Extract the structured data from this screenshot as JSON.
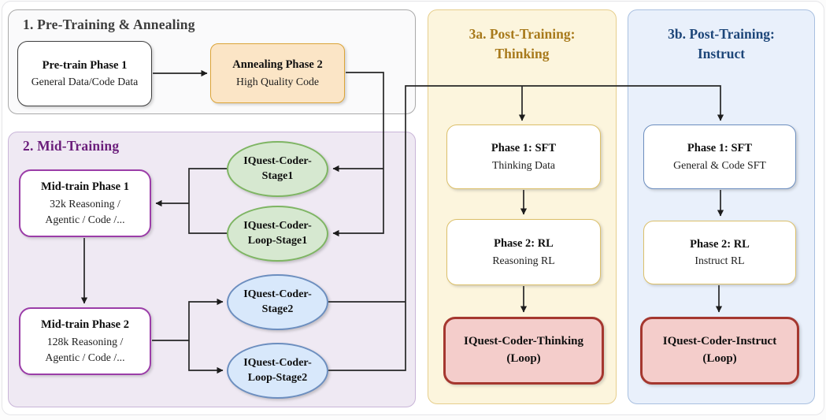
{
  "colors": {
    "sec1_fill": "#FAFAFB",
    "sec1_border": "#A9A9A9",
    "sec1_title": "#3D3D3D",
    "sec2_fill": "#EFE9F3",
    "sec2_border": "#C9B5D8",
    "sec2_title": "#6B1E7B",
    "sec3a_fill": "#FCF5DD",
    "sec3a_border": "#E6CE8C",
    "sec3a_title": "#A87A1C",
    "sec3b_fill": "#E9F0FB",
    "sec3b_border": "#A9C0E0",
    "sec3b_title": "#1D4679",
    "anneal_fill": "#FBE5C6",
    "anneal_border": "#DCA437",
    "purple_border": "#9B3DA8",
    "green_fill": "#D6E8D0",
    "green_border": "#7EB563",
    "blue_fill": "#D8E8FB",
    "blue_border": "#6C8EBF",
    "gold_border": "#DCC06A",
    "red_fill": "#F4CDCB",
    "red_border": "#A5372F"
  },
  "sections": {
    "pretraining": {
      "title": "1. Pre-Training & Annealing"
    },
    "midtraining": {
      "title": "2. Mid-Training"
    },
    "post_thinking": {
      "title_line1": "3a. Post-Training:",
      "title_line2": "Thinking"
    },
    "post_instruct": {
      "title_line1": "3b. Post-Training:",
      "title_line2": "Instruct"
    }
  },
  "nodes": {
    "pretrain": {
      "title": "Pre-train Phase 1",
      "subtitle": "General Data/Code Data"
    },
    "anneal": {
      "title": "Annealing Phase 2",
      "subtitle": "High Quality Code"
    },
    "mid1": {
      "title": "Mid-train Phase 1",
      "subtitle1": "32k Reasoning /",
      "subtitle2": "Agentic / Code /..."
    },
    "mid2": {
      "title": "Mid-train Phase 2",
      "subtitle1": "128k Reasoning /",
      "subtitle2": "Agentic / Code /..."
    },
    "stage1": {
      "line1": "IQuest-Coder-",
      "line2": "Stage1"
    },
    "loop_stage1": {
      "line1": "IQuest-Coder-",
      "line2": "Loop-Stage1"
    },
    "stage2": {
      "line1": "IQuest-Coder-",
      "line2": "Stage2"
    },
    "loop_stage2": {
      "line1": "IQuest-Coder-",
      "line2": "Loop-Stage2"
    },
    "sft_thinking": {
      "title": "Phase 1: SFT",
      "subtitle": "Thinking Data"
    },
    "rl_thinking": {
      "title": "Phase 2: RL",
      "subtitle": "Reasoning RL"
    },
    "thinking_model": {
      "line1": "IQuest-Coder-Thinking",
      "line2": "(Loop)"
    },
    "sft_instruct": {
      "title": "Phase 1: SFT",
      "subtitle": "General & Code SFT"
    },
    "rl_instruct": {
      "title": "Phase 2: RL",
      "subtitle": "Instruct RL"
    },
    "instruct_model": {
      "line1": "IQuest-Coder-Instruct",
      "line2": "(Loop)"
    }
  }
}
